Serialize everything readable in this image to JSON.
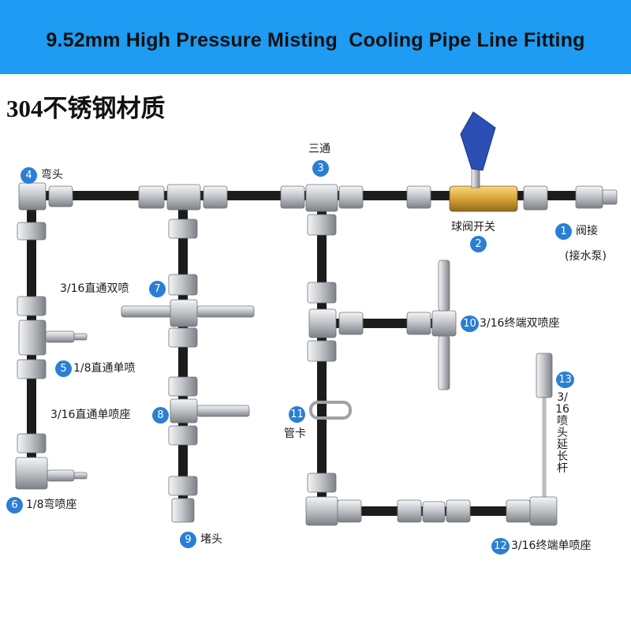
{
  "header": {
    "title": "9.52mm High Pressure Misting  Cooling Pipe Line Fitting",
    "material": "304不锈钢材质"
  },
  "colors": {
    "banner": "#1e9bf2",
    "badge": "#2a7fd4",
    "hose": "#1c1c1c",
    "steel": "#c9ccd0",
    "brass": "#d6a437",
    "valve_handle": "#2c4fb6"
  },
  "parts": [
    {
      "num": "1",
      "label": "阀接",
      "note": "(接水泵)"
    },
    {
      "num": "2",
      "label": "球阀开关"
    },
    {
      "num": "3",
      "label": "三通"
    },
    {
      "num": "4",
      "label": "弯头"
    },
    {
      "num": "5",
      "label": "1/8直通单喷"
    },
    {
      "num": "6",
      "label": "1/8弯喷座"
    },
    {
      "num": "7",
      "label": "3/16直通双喷"
    },
    {
      "num": "8",
      "label": "3/16直通单喷座"
    },
    {
      "num": "9",
      "label": "堵头"
    },
    {
      "num": "10",
      "label": "3/16终端双喷座"
    },
    {
      "num": "11",
      "label": "管卡"
    },
    {
      "num": "12",
      "label": "3/16终端单喷座"
    },
    {
      "num": "13",
      "label": "3/16喷头延长杆"
    }
  ]
}
